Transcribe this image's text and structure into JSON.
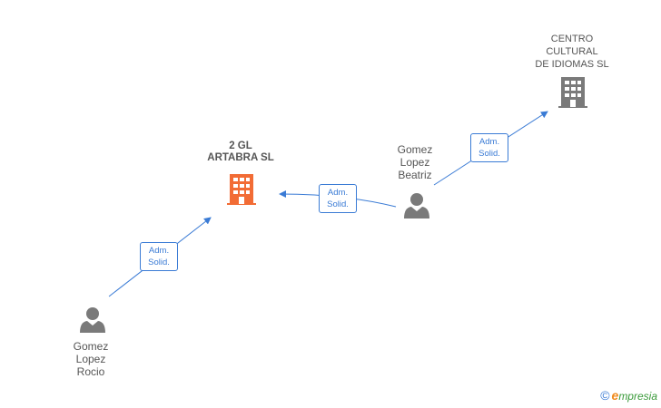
{
  "colors": {
    "edge": "#3a7bd5",
    "person": "#7a7a7a",
    "company_highlight": "#f26c35",
    "company_other": "#7a7a7a"
  },
  "companies": {
    "artabra": {
      "label": "2 GL\nARTABRA  SL",
      "icon": "building-icon"
    },
    "centro": {
      "label": "CENTRO\nCULTURAL\nDE IDIOMAS SL",
      "icon": "building-icon"
    }
  },
  "persons": {
    "rocio": {
      "label": "Gomez\nLopez\nRocio",
      "icon": "person-icon"
    },
    "beatriz": {
      "label": "Gomez\nLopez\nBeatriz",
      "icon": "person-icon"
    }
  },
  "edges": {
    "rocio_artabra": {
      "line1": "Adm.",
      "line2": "Solid."
    },
    "beatriz_artabra": {
      "line1": "Adm.",
      "line2": "Solid."
    },
    "beatriz_centro": {
      "line1": "Adm.",
      "line2": "Solid."
    }
  },
  "watermark": {
    "copyright": "©",
    "brand_initial": "e",
    "brand_rest": "mpresia"
  }
}
